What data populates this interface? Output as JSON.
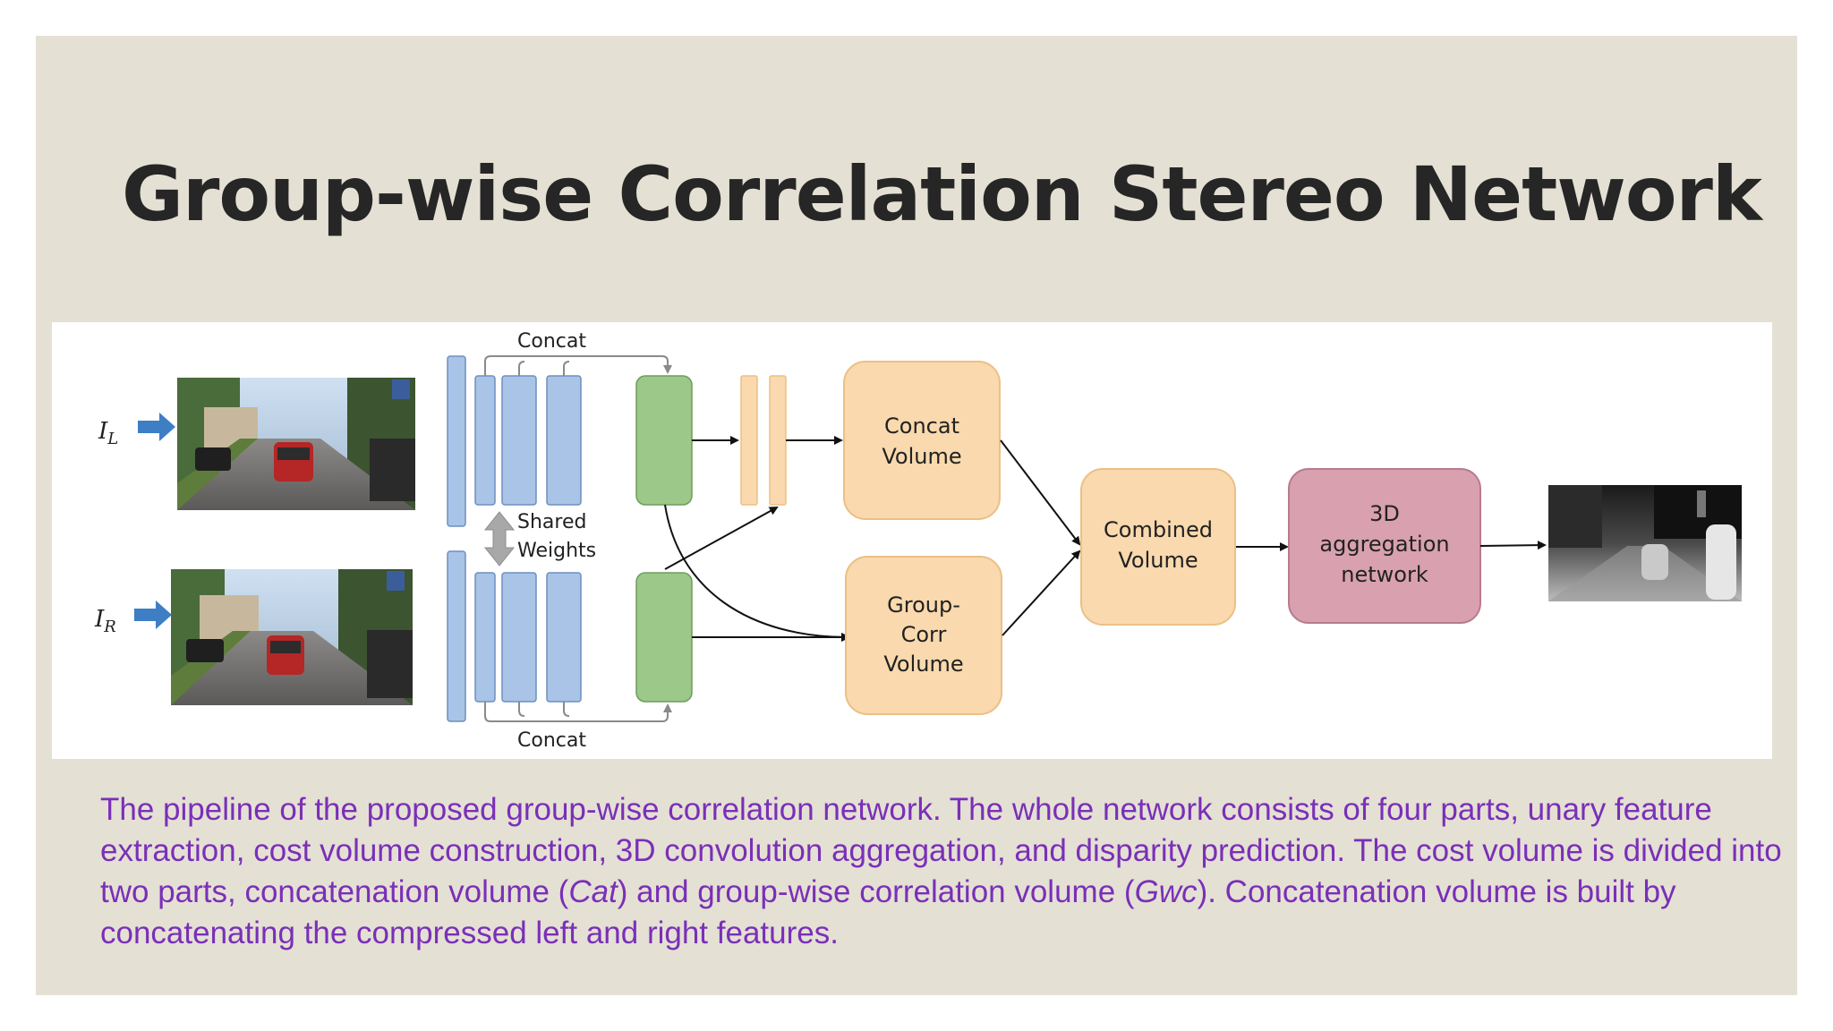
{
  "slide": {
    "title": "Group-wise Correlation Stereo Network"
  },
  "diagram": {
    "input_left_label": "I",
    "input_left_sub": "L",
    "input_right_label": "I",
    "input_right_sub": "R",
    "concat_top_label": "Concat",
    "concat_bottom_label": "Concat",
    "shared_line1": "Shared",
    "shared_line2": "Weights",
    "concat_volume_line1": "Concat",
    "concat_volume_line2": "Volume",
    "groupcorr_line1": "Group-",
    "groupcorr_line2": "Corr",
    "groupcorr_line3": "Volume",
    "combined_line1": "Combined",
    "combined_line2": "Volume",
    "aggregation_line1": "3D",
    "aggregation_line2": "aggregation",
    "aggregation_line3": "network",
    "colors": {
      "unary_blue": "#a9c4e6",
      "unary_blue_border": "#6d8fc0",
      "green": "#9cc98a",
      "green_border": "#6f9c5d",
      "orange": "#f9d9ad",
      "orange_border": "#ecbf86",
      "pink": "#d9a0b0",
      "pink_border": "#b87b8e",
      "arrow_blue": "#3e7ec4"
    }
  },
  "caption": {
    "part1": "The pipeline of the proposed group-wise correlation network. The whole network consists of four parts, unary feature extraction, cost volume construction, 3D convolution aggregation, and disparity prediction. The cost volume is divided into two parts, concatenation volume (",
    "cat": "Cat",
    "part2": ") and group-wise correlation volume (",
    "gwc": "Gwc",
    "part3": "). Concatenation volume is built by concatenating the compressed left and right features."
  }
}
